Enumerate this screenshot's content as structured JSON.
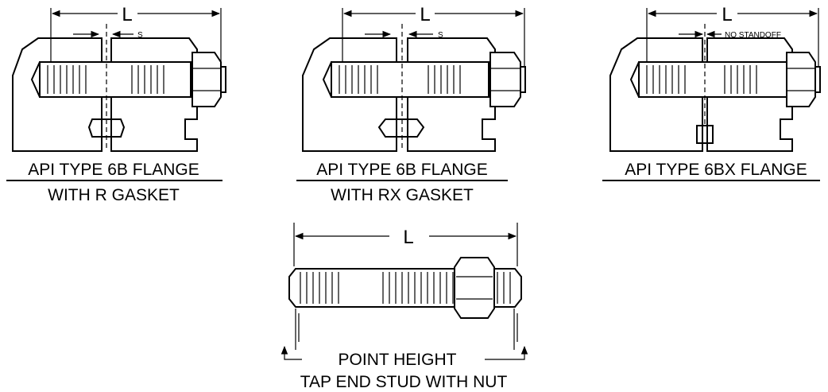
{
  "figures": [
    {
      "caption_line1": "API TYPE 6B FLANGE",
      "caption_line2": "WITH R GASKET",
      "length_label": "L",
      "gap_label": "S"
    },
    {
      "caption_line1": "API TYPE 6B FLANGE",
      "caption_line2": "WITH RX GASKET",
      "length_label": "L",
      "gap_label": "S"
    },
    {
      "caption_line1": "API TYPE 6BX FLANGE",
      "length_label": "L",
      "gap_label": "NO STANDOFF"
    }
  ],
  "stud": {
    "length_label": "L",
    "point_label": "POINT HEIGHT",
    "caption": "TAP END STUD WITH NUT"
  }
}
